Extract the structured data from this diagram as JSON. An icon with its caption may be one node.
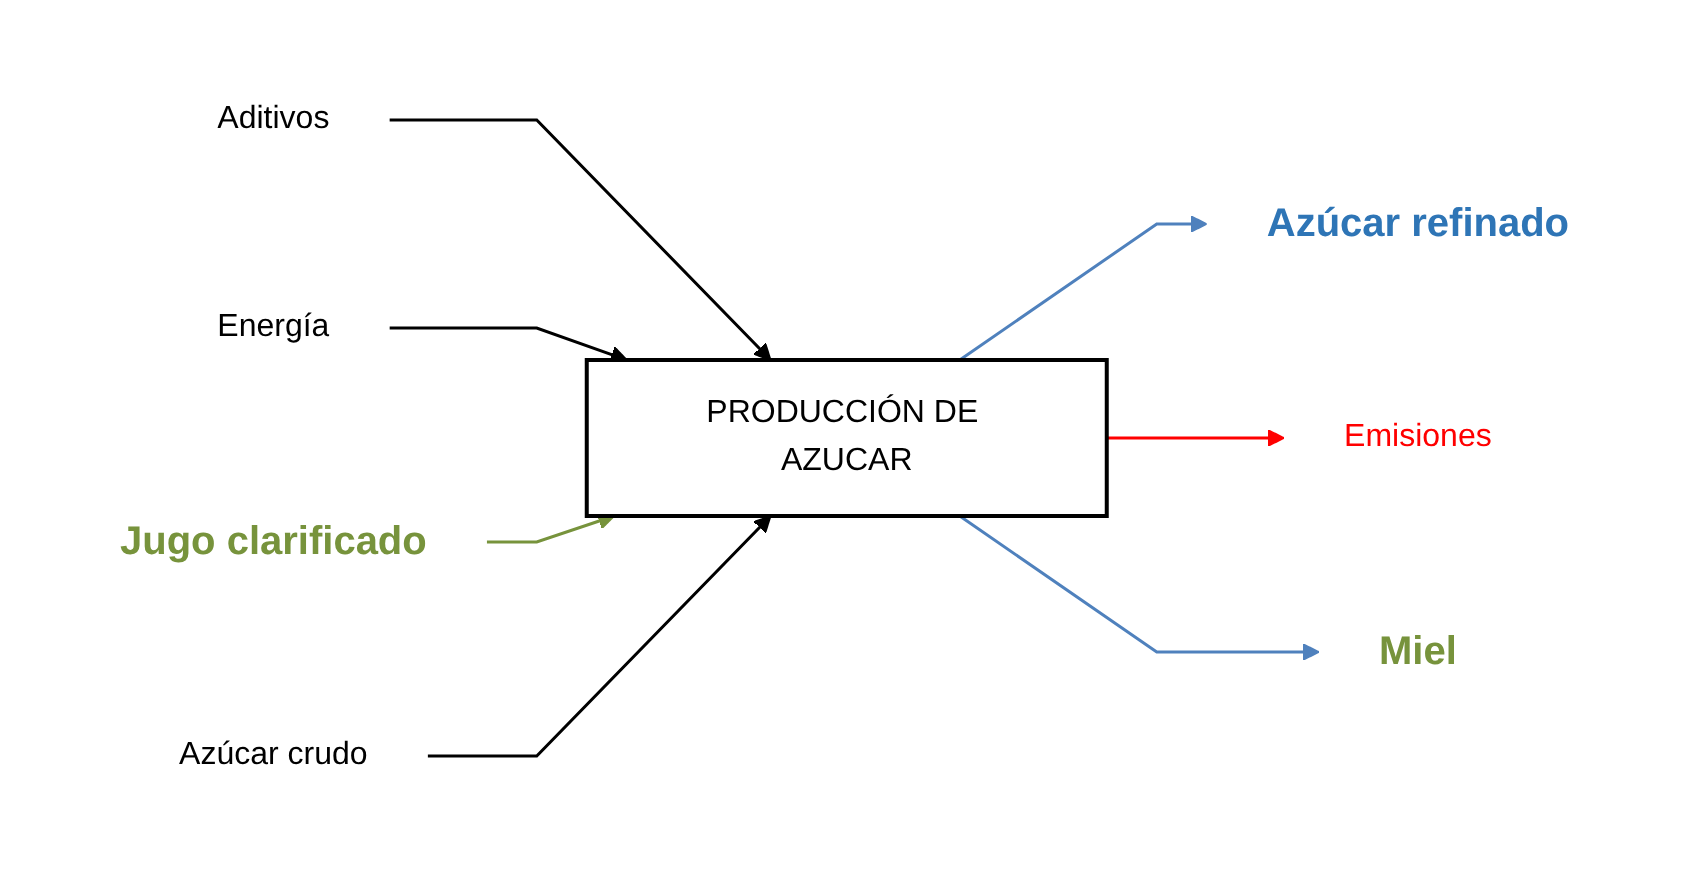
{
  "diagram": {
    "nodes": [
      {
        "text": [
          "Aditivos"
        ]
      },
      {
        "text": [
          "Energía"
        ]
      },
      {
        "text": [
          "Jugo clarificado"
        ]
      },
      {
        "text": [
          "PRODUCCIÓN DE AZUCAR"
        ]
      },
      {
        "text": [
          "Azúcar refinado"
        ]
      },
      {
        "text": [
          "Azúcar crudo"
        ]
      },
      {
        "text": [
          "Emisiones"
        ]
      },
      {
        "text": [
          "Miel"
        ]
      }
    ],
    "edges": [
      {
        "from": 0,
        "to": 3,
        "arrow": "to"
      },
      {
        "from": 1,
        "to": 3,
        "arrow": "to"
      },
      {
        "from": 2,
        "to": 3,
        "arrow": "to",
        "color": "#77933c"
      },
      {
        "from": 5,
        "to": 3,
        "arrow": "to"
      },
      {
        "from": 3,
        "to": 4,
        "arrow": "to",
        "color": "#4f81bd"
      },
      {
        "from": 3,
        "to": 6,
        "arrow": "to",
        "color": "#ff0000"
      },
      {
        "from": 3,
        "to": 7,
        "arrow": "to",
        "color": "#4f81bd"
      }
    ]
  }
}
